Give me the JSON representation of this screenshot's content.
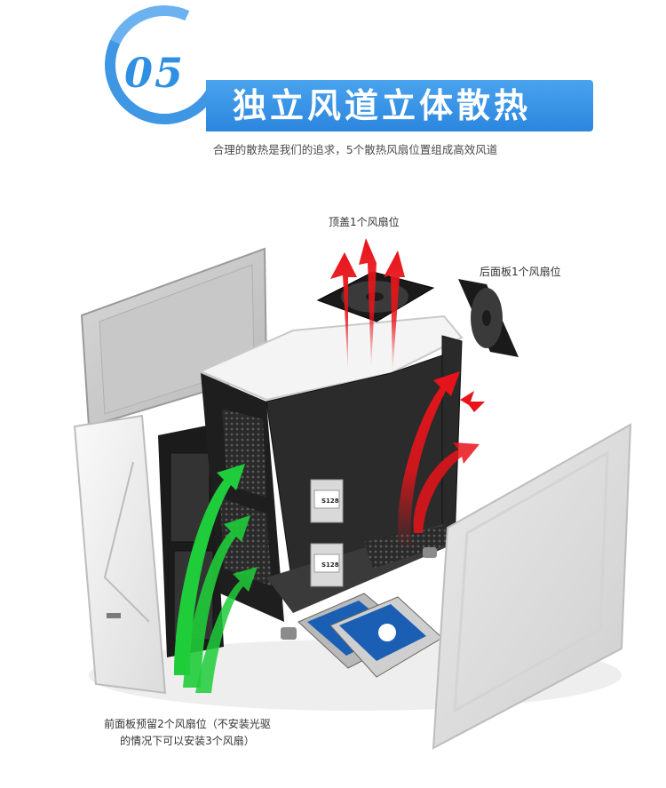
{
  "header": {
    "section_number": "05",
    "title": "独立风道立体散热",
    "subtitle": "合理的散热是我们的追求，5个散热风扇位置组成高效风道"
  },
  "callouts": {
    "top_fan": "顶盖1个风扇位",
    "rear_fan": "后面板1个风扇位",
    "front_fan_line1": "前面板预留2个风扇位（不安装光驱",
    "front_fan_line2": "的情况下可以安装3个风扇）"
  },
  "drive_labels": {
    "ssd_upper": "S128",
    "ssd_lower": "S128"
  },
  "colors": {
    "accent_blue": "#2f8fe3",
    "intake_green": "#1fcc3a",
    "exhaust_red": "#e8141a",
    "hdd_label_blue": "#1a5fb4"
  }
}
